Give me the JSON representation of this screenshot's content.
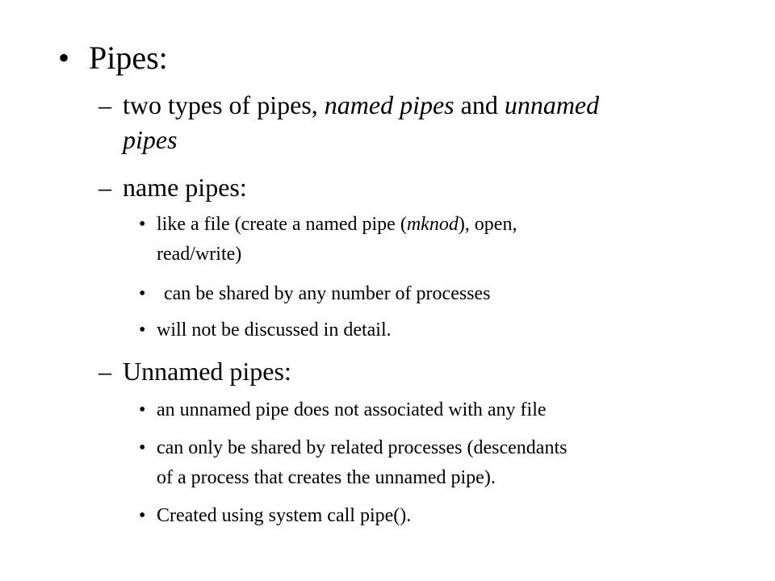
{
  "slide": {
    "bullet_char": "•",
    "dash_char": "–",
    "title": "Pipes:",
    "types": {
      "prefix": "two types of pipes, ",
      "named": "named pipes",
      "mid": " and ",
      "unnamed": "unnamed",
      "cont": "pipes"
    },
    "named_heading": "name pipes:",
    "named_items": {
      "file_line1_a": "like a file (create a named pipe (",
      "file_line1_italic": "mknod",
      "file_line1_b": "), open,",
      "file_line2": "read/write)",
      "shared": "can be shared by any number of processes",
      "not_discussed": "will not be discussed in detail."
    },
    "unnamed_heading": "Unnamed pipes:",
    "unnamed_items": {
      "no_file": "an unnamed pipe does not associated with any file",
      "related_line1": "can only be shared by related processes (descendants",
      "related_line2": "of a process that creates the unnamed pipe).",
      "created": "Created using system call pipe()."
    }
  }
}
